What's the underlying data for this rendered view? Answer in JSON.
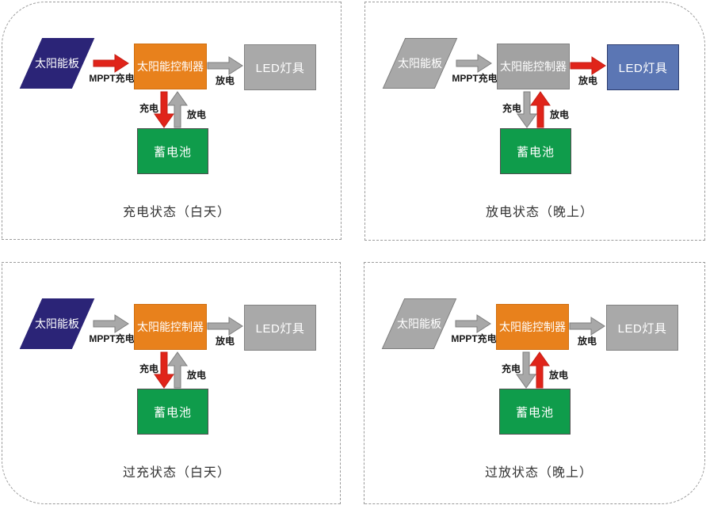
{
  "labels": {
    "solar_panel": "太阳能板",
    "controller": "太阳能控制器",
    "led": "LED灯具",
    "battery": "蓄电池",
    "mppt_charge": "MPPT充电",
    "charge": "充电",
    "discharge": "放电"
  },
  "palette": {
    "navy": "#2b2477",
    "orange": "#e8811c",
    "green": "#0f9c4b",
    "blue": "#5b76b4",
    "red": "#e0241a",
    "gray": "#a8a8a8",
    "dashed_border": "#9b9b9b",
    "caption_text": "#333333",
    "arrow_label_text": "#161616"
  },
  "panels": [
    {
      "caption": "充电状态（白天）",
      "solar": {
        "fill": "#2b2477",
        "stroke": "#2b2477"
      },
      "mppt_arrow": {
        "fill": "#e0241a",
        "stroke": "#c41e14"
      },
      "controller": {
        "fill": "#e8811c",
        "stroke": "#d06f10"
      },
      "out_arrow": {
        "fill": "#a8a8a8",
        "stroke": "#7e7e7e"
      },
      "led": {
        "fill": "#a9a9a9",
        "stroke": "#828282"
      },
      "charge_arrow": {
        "fill": "#e0241a",
        "stroke": "#c41e14"
      },
      "discharge_arrow": {
        "fill": "#a8a8a8",
        "stroke": "#7e7e7e"
      },
      "battery": {
        "fill": "#0f9c4b",
        "stroke": "#4f4f4f"
      }
    },
    {
      "caption": "放电状态（晚上）",
      "solar": {
        "fill": "#a8a8a8",
        "stroke": "#7d7d7d"
      },
      "mppt_arrow": {
        "fill": "#a8a8a8",
        "stroke": "#7e7e7e"
      },
      "controller": {
        "fill": "#a2a2a2",
        "stroke": "#828282"
      },
      "out_arrow": {
        "fill": "#e0241a",
        "stroke": "#c41e14"
      },
      "led": {
        "fill": "#5b76b4",
        "stroke": "#2c3c6e"
      },
      "charge_arrow": {
        "fill": "#a8a8a8",
        "stroke": "#7e7e7e"
      },
      "discharge_arrow": {
        "fill": "#e0241a",
        "stroke": "#c41e14"
      },
      "battery": {
        "fill": "#0f9c4b",
        "stroke": "#4f4f4f"
      }
    },
    {
      "caption": "过充状态（白天）",
      "solar": {
        "fill": "#2b2477",
        "stroke": "#2b2477"
      },
      "mppt_arrow": {
        "fill": "#a8a8a8",
        "stroke": "#7e7e7e"
      },
      "controller": {
        "fill": "#e8811c",
        "stroke": "#d06f10"
      },
      "out_arrow": {
        "fill": "#a8a8a8",
        "stroke": "#7e7e7e"
      },
      "led": {
        "fill": "#a9a9a9",
        "stroke": "#828282"
      },
      "charge_arrow": {
        "fill": "#e0241a",
        "stroke": "#c41e14"
      },
      "discharge_arrow": {
        "fill": "#a8a8a8",
        "stroke": "#7e7e7e"
      },
      "battery": {
        "fill": "#0f9c4b",
        "stroke": "#4f4f4f"
      }
    },
    {
      "caption": "过放状态（晚上）",
      "solar": {
        "fill": "#a8a8a8",
        "stroke": "#7d7d7d"
      },
      "mppt_arrow": {
        "fill": "#a8a8a8",
        "stroke": "#7e7e7e"
      },
      "controller": {
        "fill": "#e8811c",
        "stroke": "#d06f10"
      },
      "out_arrow": {
        "fill": "#a8a8a8",
        "stroke": "#7e7e7e"
      },
      "led": {
        "fill": "#a9a9a9",
        "stroke": "#828282"
      },
      "charge_arrow": {
        "fill": "#a8a8a8",
        "stroke": "#7e7e7e"
      },
      "discharge_arrow": {
        "fill": "#e0241a",
        "stroke": "#c41e14"
      },
      "battery": {
        "fill": "#0f9c4b",
        "stroke": "#4f4f4f"
      }
    }
  ]
}
